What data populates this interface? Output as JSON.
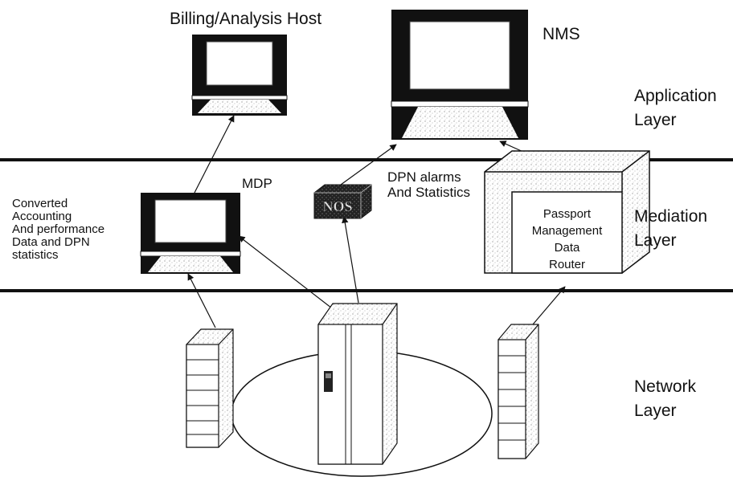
{
  "labels": {
    "billing_host": "Billing/Analysis Host",
    "nms": "NMS",
    "mdp": "MDP",
    "nos_box": "NOS",
    "dpn_alarms": [
      "DPN alarms",
      "And Statistics"
    ],
    "converted": [
      "Converted",
      "Accounting",
      "And performance",
      "Data and DPN",
      "statistics"
    ],
    "passport": [
      "Passport",
      "Management",
      "Data",
      "Router"
    ]
  },
  "layers": [
    {
      "lines": [
        "Application",
        "Layer"
      ]
    },
    {
      "lines": [
        "Mediation",
        "Layer"
      ]
    },
    {
      "lines": [
        "Network",
        "Layer"
      ]
    }
  ]
}
